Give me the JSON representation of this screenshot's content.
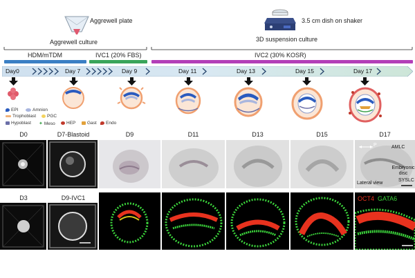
{
  "header": {
    "aggrewell_plate_label": "Aggrewell plate",
    "aggrewell_culture_label": "Aggrewell culture",
    "dish_label": "3.5 cm dish on shaker",
    "suspension_label": "3D suspension culture"
  },
  "media": [
    {
      "label": "HDM/mTDM",
      "color": "#3b7fc4"
    },
    {
      "label": "IVC1 (20% FBS)",
      "color": "#3aa55a"
    },
    {
      "label": "IVC2 (30% KOSR)",
      "color": "#b33fb8"
    }
  ],
  "days": [
    "Day0",
    "Day 7",
    "Day 9",
    "Day 11",
    "Day 13",
    "Day 15",
    "Day 17"
  ],
  "legend": [
    {
      "label": "EPI",
      "color": "#2a5bbf",
      "shape": "drop-icon"
    },
    {
      "label": "Amnion",
      "color": "#a9b6de",
      "shape": "oval-icon"
    },
    {
      "label": "Trophoblast",
      "color": "#f0b27a",
      "shape": "bar-icon"
    },
    {
      "label": "PGC",
      "color": "#f4d35e",
      "shape": "circle-icon"
    },
    {
      "label": "Hypoblast",
      "color": "#6b6fa8",
      "shape": "square-icon"
    },
    {
      "label": "Meso",
      "color": "#39a047",
      "shape": "star-icon"
    },
    {
      "label": "HEP",
      "color": "#c0392b",
      "shape": "circle-icon"
    },
    {
      "label": "Gast",
      "color": "#e2a13a",
      "shape": "square-icon"
    },
    {
      "label": "Endo",
      "color": "#c0392b",
      "shape": "drop-icon"
    }
  ],
  "panels_top": [
    "D0",
    "D7-Blastoid",
    "D9",
    "D11",
    "D13",
    "D15",
    "D17"
  ],
  "panels_bottom": [
    "D3",
    "D9-IVC1"
  ],
  "annotations": {
    "arrow_p": "P",
    "amlc": "AMLC",
    "embryonic_disc": "Embryonic\ndisc",
    "syslc": "SYSLC",
    "lateral_view": "Lateral view",
    "oct4": "OCT4",
    "gata6": "GATA6"
  },
  "colors": {
    "timeline_fill": "#cfe0ef",
    "fluor_green": "#3bd23b",
    "fluor_red": "#e8321e"
  }
}
